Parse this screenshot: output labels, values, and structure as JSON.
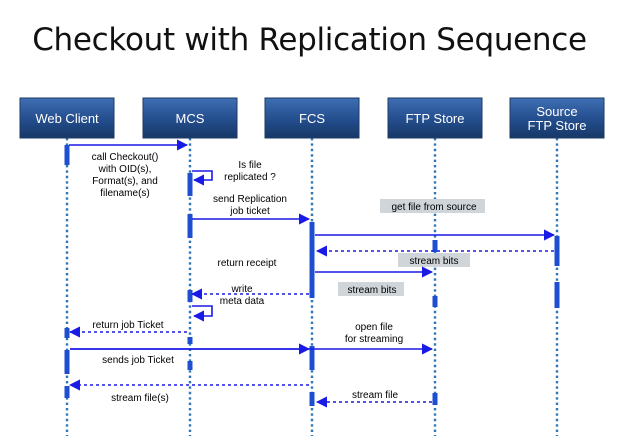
{
  "title": "Checkout with Replication Sequence",
  "participants": [
    {
      "id": "web",
      "lines": [
        "Web Client"
      ]
    },
    {
      "id": "mcs",
      "lines": [
        "MCS"
      ]
    },
    {
      "id": "fcs",
      "lines": [
        "FCS"
      ]
    },
    {
      "id": "ftp",
      "lines": [
        "FTP Store"
      ]
    },
    {
      "id": "src",
      "lines": [
        "Source",
        "FTP Store"
      ]
    }
  ],
  "messages": [
    {
      "id": "call-checkout",
      "lines": [
        "call Checkout()",
        "with OID(s),",
        "Format(s), and",
        "filename(s)"
      ]
    },
    {
      "id": "is-file-replicated",
      "lines": [
        "Is file",
        "replicated ?"
      ]
    },
    {
      "id": "send-replication-job-ticket",
      "lines": [
        "send Replication",
        "job ticket"
      ]
    },
    {
      "id": "get-file-from-source",
      "lines": [
        "get file from source"
      ],
      "highlight": true
    },
    {
      "id": "stream-bits-1",
      "lines": [
        "stream bits"
      ],
      "highlight": true
    },
    {
      "id": "return-receipt",
      "lines": [
        "return receipt"
      ]
    },
    {
      "id": "stream-bits-2",
      "lines": [
        "stream bits"
      ],
      "highlight": true
    },
    {
      "id": "write-meta-data",
      "lines": [
        "write",
        "meta data"
      ]
    },
    {
      "id": "return-job-ticket",
      "lines": [
        "return job Ticket"
      ]
    },
    {
      "id": "open-file-for-streaming",
      "lines": [
        "open file",
        "for streaming"
      ]
    },
    {
      "id": "sends-job-ticket",
      "lines": [
        "sends job Ticket"
      ]
    },
    {
      "id": "stream-file",
      "lines": [
        "stream file"
      ]
    },
    {
      "id": "stream-files",
      "lines": [
        "stream file(s)"
      ]
    }
  ]
}
